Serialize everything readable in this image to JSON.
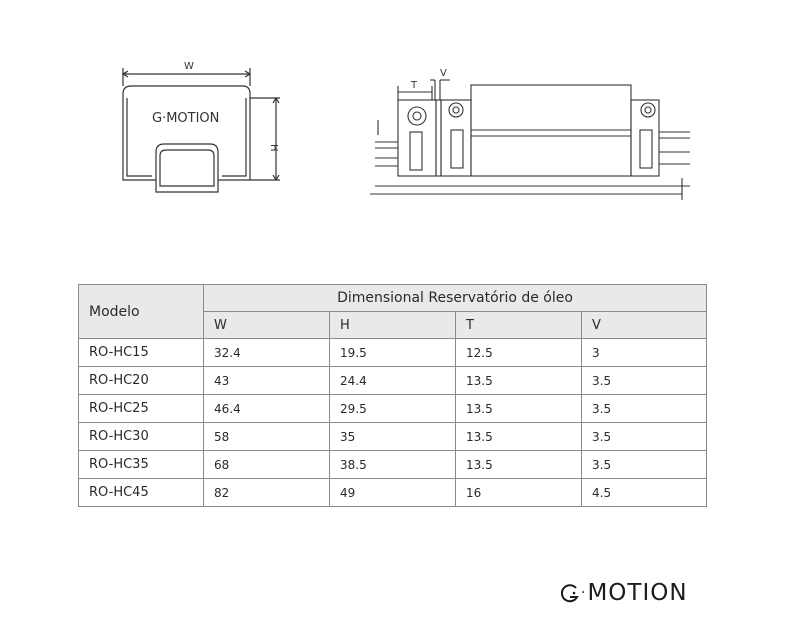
{
  "drawings": {
    "front_logo": "G·MOTION",
    "dim_w": "W",
    "dim_h": "H",
    "dim_t": "T",
    "dim_v": "V"
  },
  "table": {
    "model_header": "Modelo",
    "group_header": "Dimensional Reservatório de óleo",
    "columns": [
      "W",
      "H",
      "T",
      "V"
    ],
    "rows": [
      {
        "model": "RO-HC15",
        "values": [
          "32.4",
          "19.5",
          "12.5",
          "3"
        ]
      },
      {
        "model": "RO-HC20",
        "values": [
          "43",
          "24.4",
          "13.5",
          "3.5"
        ]
      },
      {
        "model": "RO-HC25",
        "values": [
          "46.4",
          "29.5",
          "13.5",
          "3.5"
        ]
      },
      {
        "model": "RO-HC30",
        "values": [
          "58",
          "35",
          "13.5",
          "3.5"
        ]
      },
      {
        "model": "RO-HC35",
        "values": [
          "68",
          "38.5",
          "13.5",
          "3.5"
        ]
      },
      {
        "model": "RO-HC45",
        "values": [
          "82",
          "49",
          "16",
          "4.5"
        ]
      }
    ]
  },
  "brand": {
    "logo_text": "MOTION",
    "logo_full": "G·MOTION"
  }
}
